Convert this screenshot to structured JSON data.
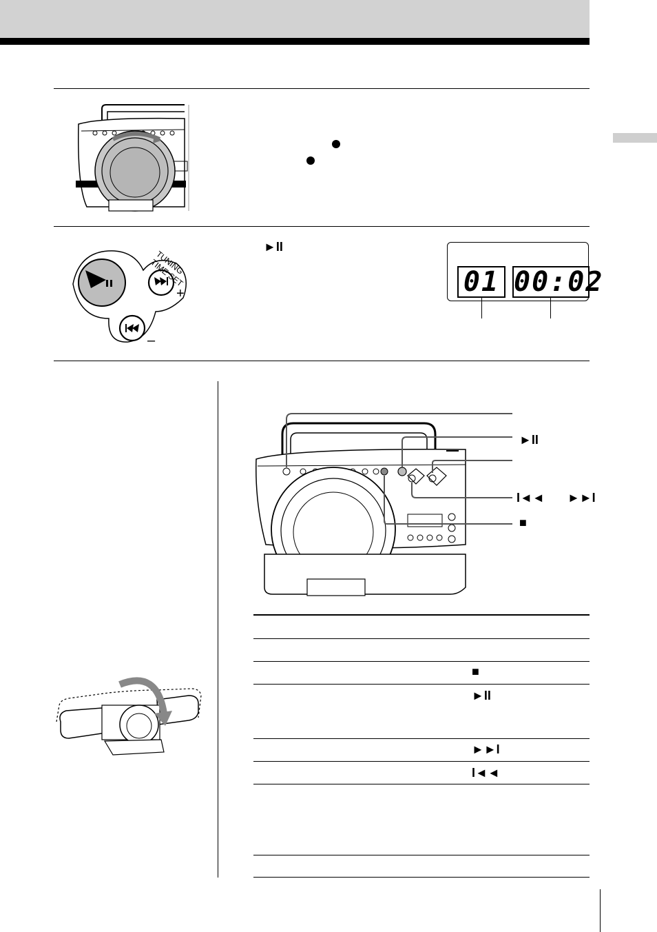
{
  "step2": {
    "play_pause_symbol": "►II",
    "illustration_labels": {
      "tuning": "TUNING",
      "time_set": "TIME SET",
      "plus": "+",
      "minus": "–"
    },
    "display": {
      "track": "01",
      "time": "00:02"
    }
  },
  "diagram_callouts": {
    "play_pause": "►II",
    "prev_symbol": "I◄◄",
    "next_symbol": "►►I",
    "stop": "■"
  },
  "operations_table": {
    "rows": [
      {
        "symbol": ""
      },
      {
        "symbol": ""
      },
      {
        "symbol": "■"
      },
      {
        "symbol": "►II"
      },
      {
        "symbol": "►►I"
      },
      {
        "symbol": "I◄◄"
      },
      {
        "symbol": ""
      },
      {
        "symbol": ""
      }
    ]
  },
  "colors": {
    "header_band": "#d2d2d2",
    "button_highlight": "#bdbdbd",
    "dial_gray": "#b8b8b8"
  }
}
